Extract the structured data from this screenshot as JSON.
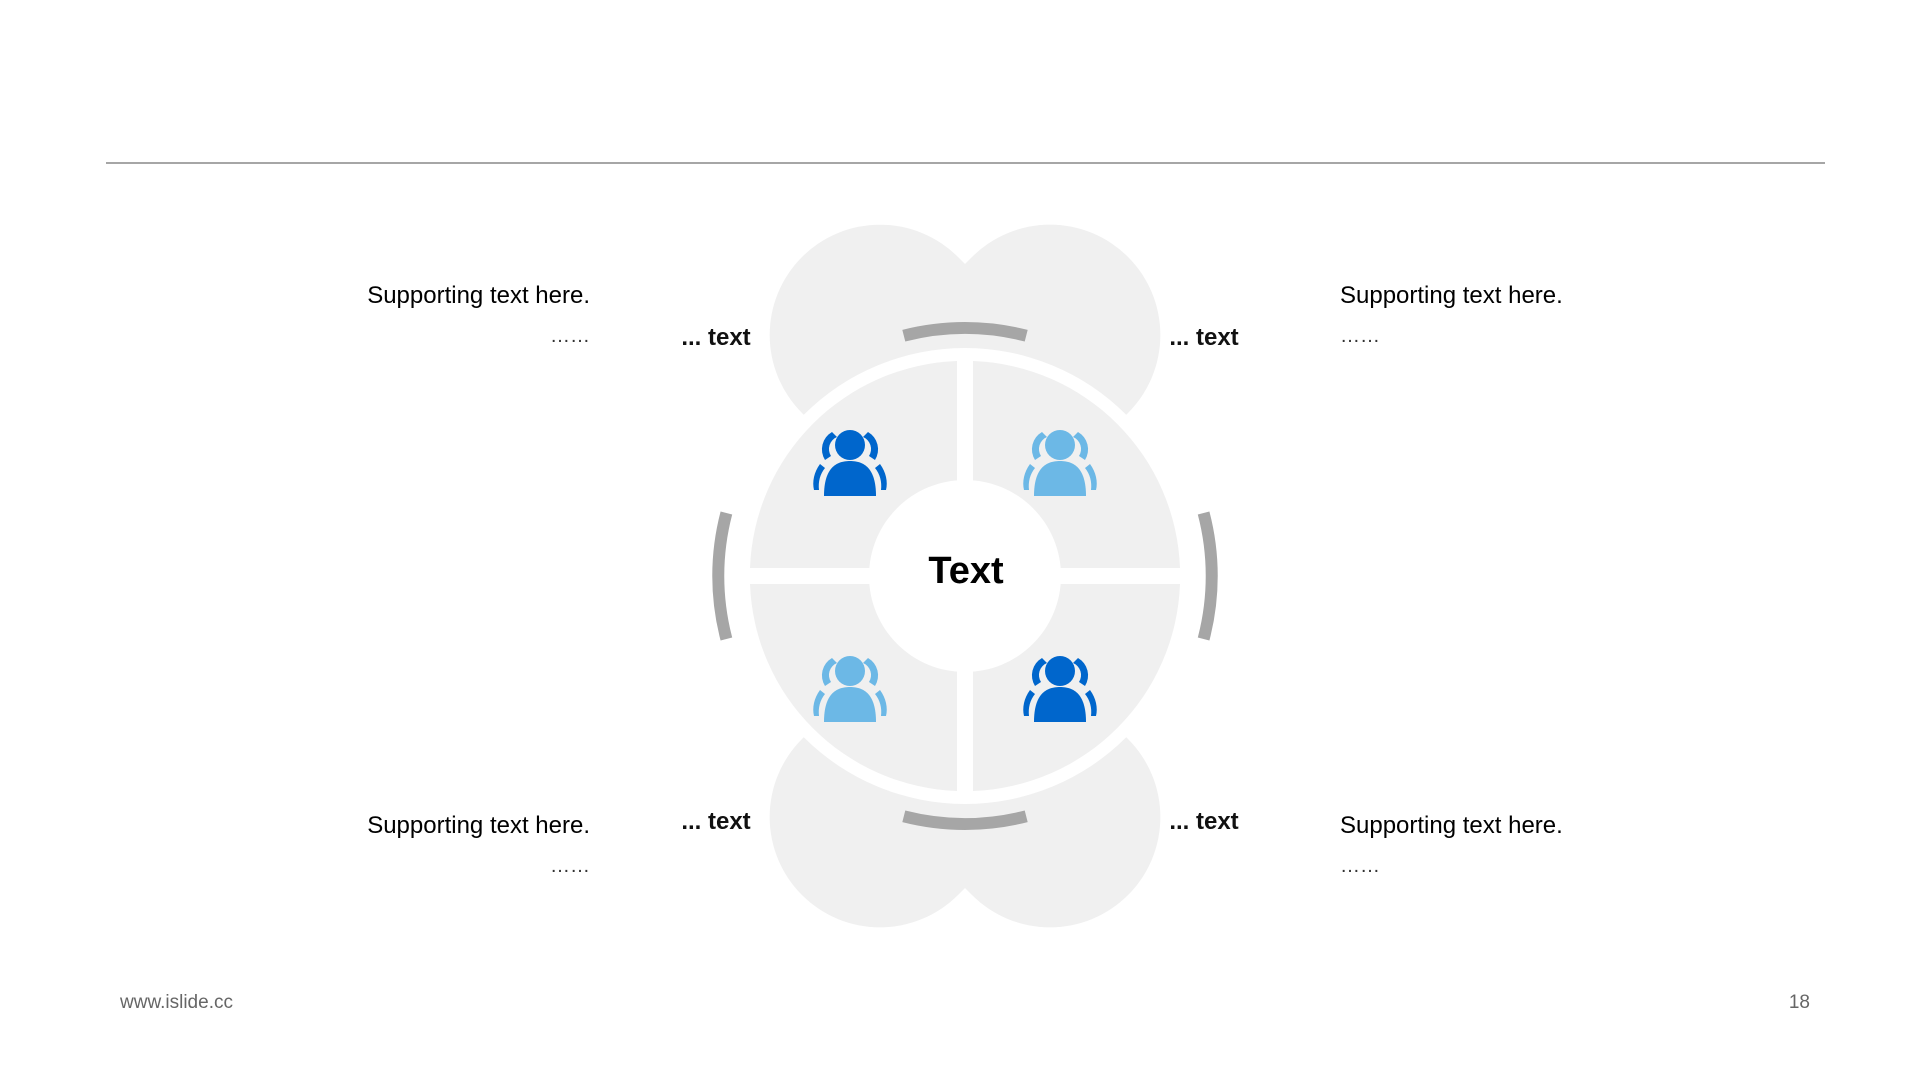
{
  "center": {
    "label": "Text"
  },
  "petals": [
    {
      "label": "... text",
      "icon": "user-group-icon",
      "icon_color": "#0066cc"
    },
    {
      "label": "... text",
      "icon": "user-group-icon",
      "icon_color": "#6cb8e6"
    },
    {
      "label": "... text",
      "icon": "user-group-icon",
      "icon_color": "#6cb8e6"
    },
    {
      "label": "... text",
      "icon": "user-group-icon",
      "icon_color": "#0066cc"
    }
  ],
  "supporting": [
    {
      "text": "Supporting text here.",
      "dots": "……"
    },
    {
      "text": "Supporting text here.",
      "dots": "……"
    },
    {
      "text": "Supporting text here.",
      "dots": "……"
    },
    {
      "text": "Supporting text here.",
      "dots": "……"
    }
  ],
  "colors": {
    "petal_fill": "#f0f0f0",
    "ring_gray": "#a6a6a6",
    "dark_blue": "#0066cc",
    "light_blue": "#6cb8e6"
  },
  "footer": {
    "url": "www.islide.cc",
    "page_number": "18"
  }
}
